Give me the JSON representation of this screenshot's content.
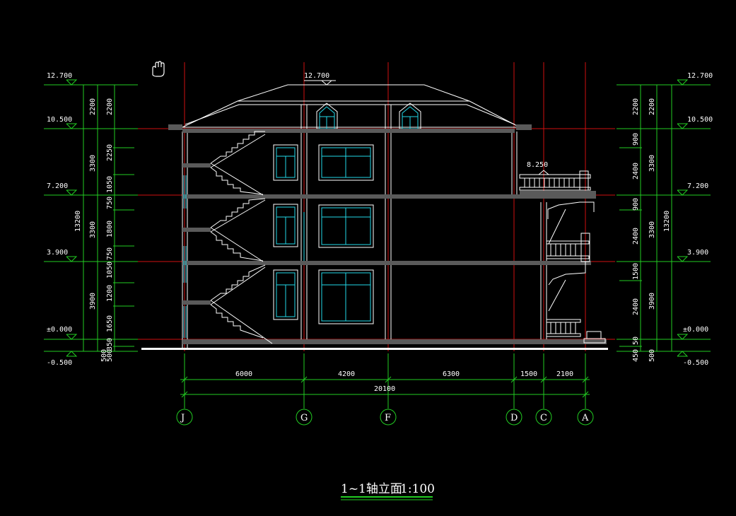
{
  "levels_left": [
    {
      "label": "12.700"
    },
    {
      "label": "10.500"
    },
    {
      "label": "7.200"
    },
    {
      "label": "3.900"
    },
    {
      "label": "±0.000"
    },
    {
      "label": "-0.500"
    }
  ],
  "levels_right": [
    {
      "label": "12.700"
    },
    {
      "label": "10.500"
    },
    {
      "label": "7.200"
    },
    {
      "label": "3.900"
    },
    {
      "label": "±0.000"
    },
    {
      "label": "-0.500"
    }
  ],
  "roof_level": "12.700",
  "balcony_level": "8.250",
  "left_dims_outer": [
    "2200",
    "3300",
    "13200",
    "3300",
    "3900",
    "500"
  ],
  "left_dims_inner": [
    "2200",
    "2250",
    "1050",
    "750",
    "1800",
    "750",
    "1050",
    "1200",
    "1650",
    "350",
    "500"
  ],
  "right_dims_inner": [
    "2200",
    "900",
    "2400",
    "900",
    "2400",
    "1500",
    "2400",
    "50",
    "450"
  ],
  "right_dims_outer": [
    "2200",
    "3300",
    "13200",
    "3300",
    "3900",
    "500"
  ],
  "bottom_dims": [
    "6000",
    "4200",
    "6300",
    "1500",
    "2100"
  ],
  "total_dim": "20100",
  "axes": [
    {
      "label": "J"
    },
    {
      "label": "G"
    },
    {
      "label": "F"
    },
    {
      "label": "D"
    },
    {
      "label": "C"
    },
    {
      "label": "A"
    }
  ],
  "title": "1~1轴立面",
  "scale": "1:100",
  "colors": {
    "axis": "#d01010",
    "dimension": "#22cc22",
    "window": "#22d8e8",
    "outline": "#ffffff",
    "slab": "#5a5a5a"
  },
  "cursor_icon": "hand-pan-icon"
}
